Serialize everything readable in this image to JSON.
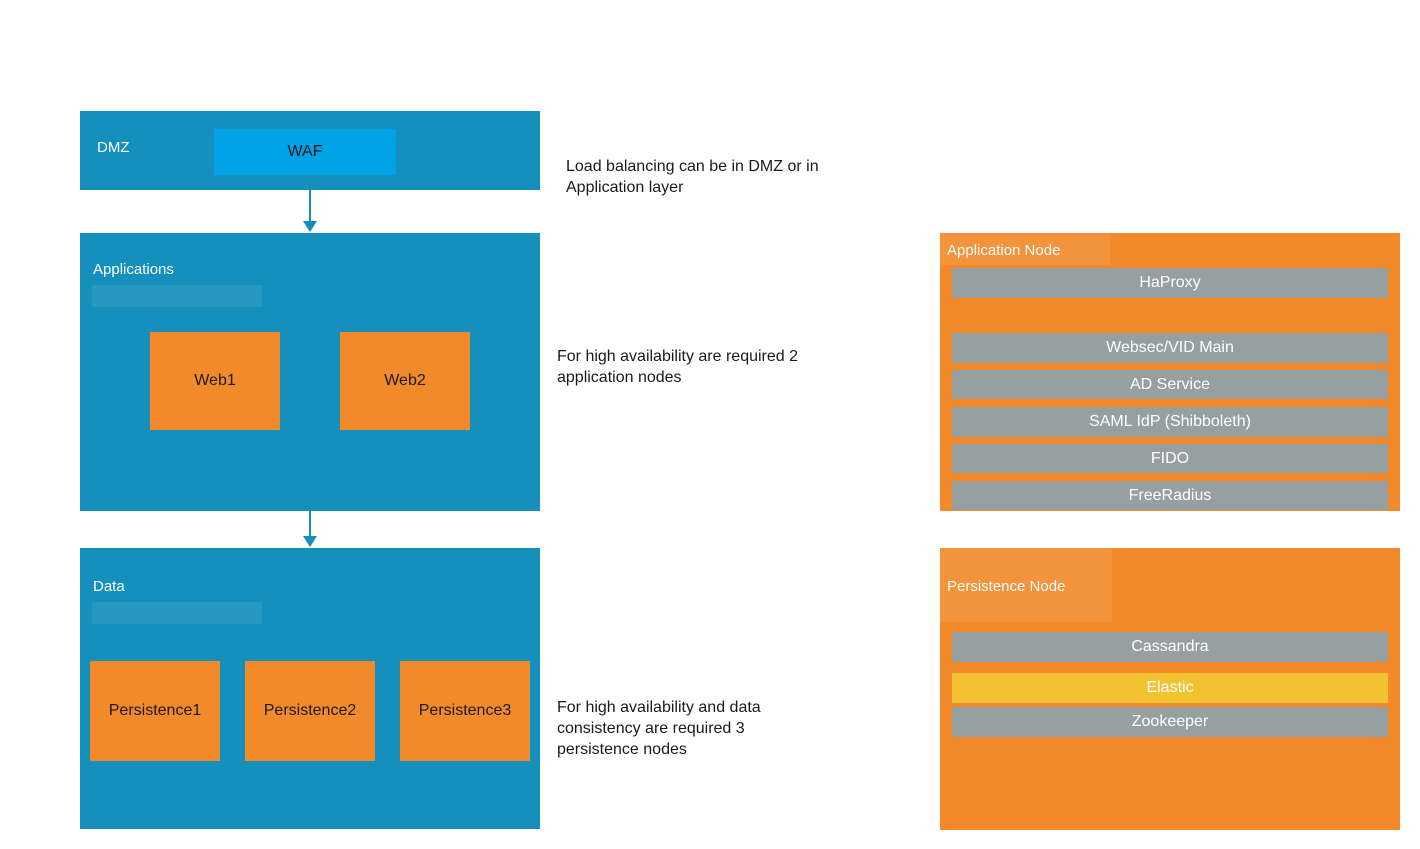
{
  "colors": {
    "layer_blue": "#1590BD",
    "waf_blue": "#00A2E8",
    "node_orange": "#F28A2B",
    "bar_gray": "#96A0A0",
    "elastic_yellow": "#F2C230",
    "text_dark": "#1a1a1a",
    "text_white": "#ffffff"
  },
  "layers": {
    "dmz": {
      "label": "DMZ",
      "waf_label": "WAF"
    },
    "applications": {
      "label": "Applications",
      "nodes": [
        "Web1",
        "Web2"
      ]
    },
    "data": {
      "label": "Data",
      "nodes": [
        "Persistence1",
        "Persistence2",
        "Persistence3"
      ]
    }
  },
  "annotations": [
    {
      "lines": [
        "Load balancing can be in DMZ or in",
        "Application layer"
      ]
    },
    {
      "lines": [
        "For high availability are required 2",
        "application nodes"
      ]
    },
    {
      "lines": [
        "For high availability and data",
        "consistency are required 3",
        "persistence nodes"
      ]
    }
  ],
  "application_node": {
    "title": "Application Node",
    "services": [
      "HaProxy",
      "Websec/VID Main",
      "AD Service",
      "SAML IdP (Shibboleth)",
      "FIDO",
      "FreeRadius"
    ]
  },
  "persistence_node": {
    "title": "Persistence Node",
    "services": [
      "Cassandra",
      "Elastic",
      "Zookeeper"
    ],
    "highlighted_service": "Elastic"
  }
}
